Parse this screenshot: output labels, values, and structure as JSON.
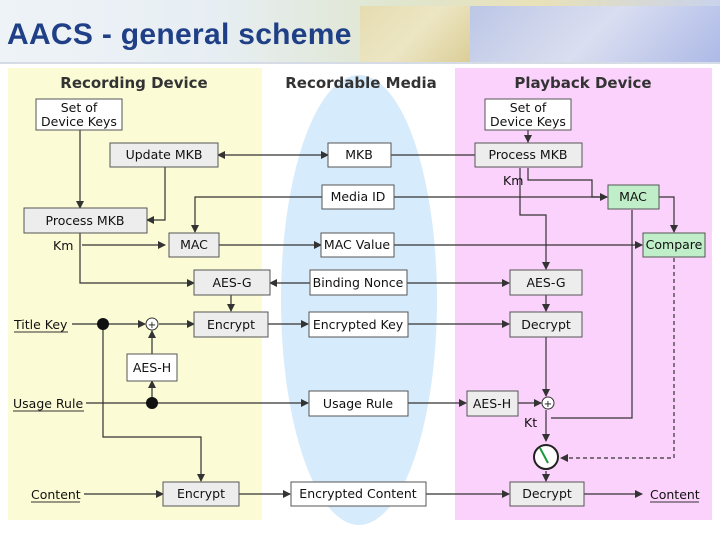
{
  "title": "AACS - general scheme",
  "colors": {
    "recording_bg": "#fbfbd6",
    "media_bg": "#d6ebfb",
    "playback_bg": "#fbd2fb",
    "title": "#1f3f86",
    "green_box": "#bfeec9"
  },
  "sections": {
    "recording": "Recording Device",
    "media": "Recordable Media",
    "playback": "Playback Device"
  },
  "recording": {
    "device_keys": [
      "Set of",
      "Device Keys"
    ],
    "update_mkb": "Update MKB",
    "process_mkb": "Process MKB",
    "km": "Km",
    "mac": "MAC",
    "aes_g": "AES-G",
    "encrypt_key": "Encrypt",
    "aes_h": "AES-H",
    "encrypt_content": "Encrypt",
    "title_key": "Title Key",
    "usage_rule": "Usage Rule",
    "content": "Content",
    "xor": "+"
  },
  "media": {
    "mkb": "MKB",
    "media_id": "Media ID",
    "mac_value": "MAC Value",
    "binding_nonce": "Binding Nonce",
    "encrypted_key": "Encrypted Key",
    "usage_rule": "Usage Rule",
    "encrypted_content": "Encrypted Content"
  },
  "playback": {
    "device_keys": [
      "Set of",
      "Device Keys"
    ],
    "process_mkb": "Process MKB",
    "km": "Km",
    "mac": "MAC",
    "compare": "Compare",
    "aes_g": "AES-G",
    "decrypt_key": "Decrypt",
    "aes_h": "AES-H",
    "kt": "Kt",
    "decrypt_content": "Decrypt",
    "content": "Content",
    "xor": "+"
  }
}
